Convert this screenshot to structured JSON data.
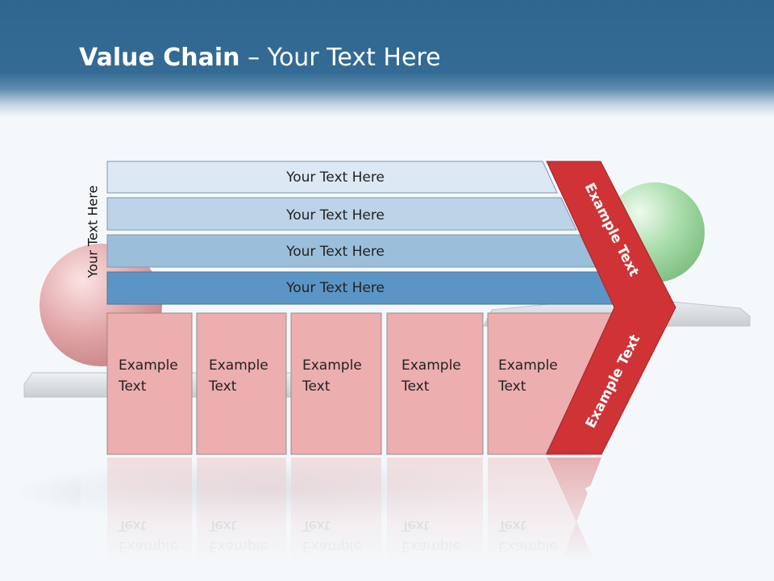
{
  "slide": {
    "title_bold": "Value Chain",
    "title_rest": "– Your Text Here",
    "side_label": "Your Text Here"
  },
  "support_activities": [
    "Your Text Here",
    "Your Text Here",
    "Your Text Here",
    "Your Text Here"
  ],
  "primary_activities": [
    [
      "Example",
      "Text"
    ],
    [
      "Example",
      "Text"
    ],
    [
      "Example",
      "Text"
    ],
    [
      "Example",
      "Text"
    ],
    [
      "Example",
      "Text"
    ]
  ],
  "margin_labels": {
    "top": "Example Text",
    "bottom": "Example Text"
  },
  "colors": {
    "header": "#346b95",
    "bar_1": "#dce8f3",
    "bar_2": "#bcd3e8",
    "bar_3": "#9bbfdb",
    "bar_4": "#5b95c5",
    "primary_box": "#ecaeaf",
    "margin_arrow": "#cf3336",
    "red_sphere": "#e3a8aa",
    "green_sphere": "#a7dca9"
  }
}
